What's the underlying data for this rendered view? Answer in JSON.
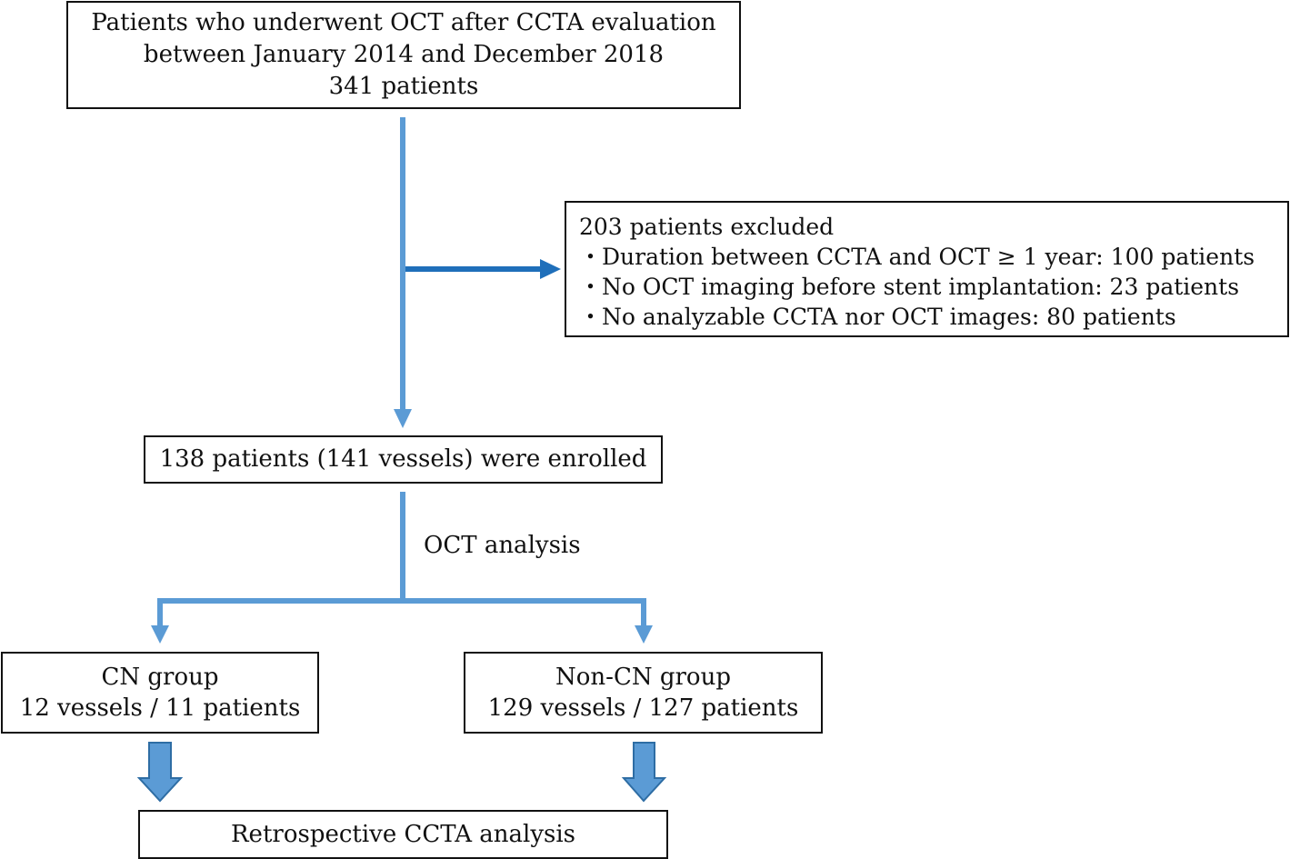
{
  "top_box": {
    "lines": [
      "Patients who underwent OCT after CCTA evaluation",
      "between January 2014 and December 2018",
      "341 patients"
    ]
  },
  "excluded_box": {
    "title": "203 patients excluded",
    "items": [
      "・Duration between CCTA and OCT ≥ 1 year: 100 patients",
      "・No OCT imaging before stent implantation: 23 patients",
      "・No analyzable CCTA nor OCT images: 80 patients"
    ]
  },
  "enrolled_box": {
    "text": "138 patients (141 vessels) were enrolled"
  },
  "branch_label": "OCT analysis",
  "cn_box": {
    "title": "CN group",
    "detail": "12 vessels / 11 patients"
  },
  "noncn_box": {
    "title": "Non-CN group",
    "detail": "129 vessels / 127 patients"
  },
  "final_box": {
    "text": "Retrospective CCTA analysis"
  },
  "colors": {
    "flow_arrow": "#5b9bd5",
    "exclusion_arrow": "#1f6fba",
    "box_border": "#111111"
  }
}
